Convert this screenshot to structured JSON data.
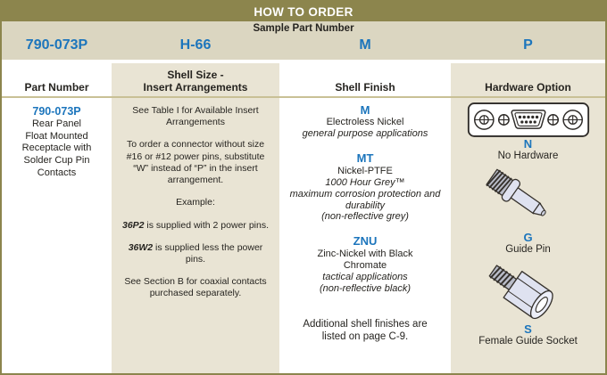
{
  "colors": {
    "olive_header": "#8C854D",
    "sample_band_tan": "#DBD6C1",
    "column_tan": "#E9E4D4",
    "separator_tan": "#C9C095",
    "accent_blue": "#1C75BC",
    "body_text": "#262420"
  },
  "title_bar": {
    "title": "HOW TO ORDER"
  },
  "sample_row": {
    "label": "Sample Part Number",
    "codes": {
      "part": "790-073P",
      "shell_size": "H-66",
      "finish": "M",
      "hardware": "P"
    }
  },
  "headers": {
    "part": "Part Number",
    "shell_size": "Shell Size -\nInsert Arrangements",
    "finish": "Shell Finish",
    "hardware": "Hardware Option"
  },
  "part_number_col": {
    "code": "790-073P",
    "description": "Rear Panel\nFloat Mounted\nReceptacle with\nSolder Cup Pin\nContacts"
  },
  "shell_size_col": {
    "p1": "See Table I for Available Insert\nArrangements",
    "p2": "To order a connector without size\n#16 or #12 power pins, substitute\n“W” instead of “P” in the insert\narrangement.",
    "p3": "Example:",
    "p4_code": "36P2",
    "p4_rest": " is supplied with 2 power pins.",
    "p5_code": "36W2",
    "p5_rest": " is supplied less the power\npins.",
    "p6": "See Section B for coaxial contacts\npurchased separately."
  },
  "shell_finish_col": {
    "options": [
      {
        "code": "M",
        "name": "Electroless Nickel",
        "notes": "general purpose applications"
      },
      {
        "code": "MT",
        "name": "Nickel-PTFE",
        "notes": "1000 Hour Grey™\nmaximum corrosion protection and\ndurability\n(non-reflective grey)"
      },
      {
        "code": "ZNU",
        "name": "Zinc-Nickel with Black\nChromate",
        "notes": "tactical applications\n(non-reflective black)"
      }
    ],
    "footnote": "Additional shell finishes are\nlisted on page C-9."
  },
  "hardware_col": {
    "options": [
      {
        "code": "N",
        "label": "No Hardware",
        "icon": "dsub-connector-face-icon"
      },
      {
        "code": "G",
        "label": "Guide Pin",
        "icon": "guide-pin-icon"
      },
      {
        "code": "S",
        "label": "Female Guide Socket",
        "icon": "female-guide-socket-icon"
      }
    ]
  }
}
